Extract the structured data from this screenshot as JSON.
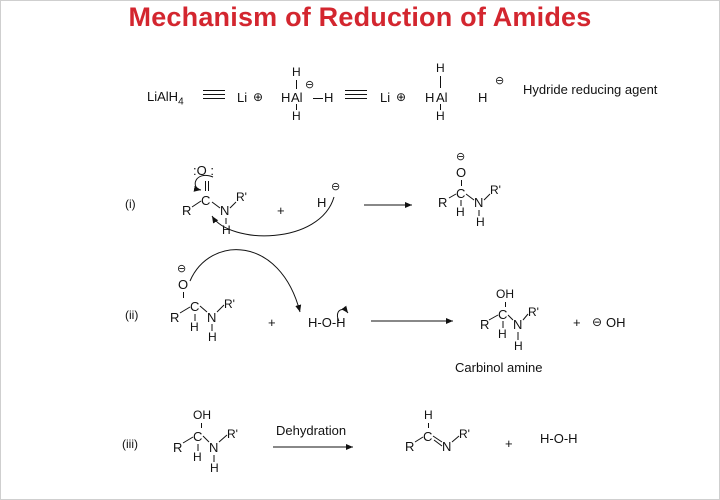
{
  "title": "Mechanism of Reduction of Amides",
  "hydride": {
    "reagent": "LiAlH",
    "reagent_sub": "4",
    "li": "Li",
    "plus_sym": "⊕",
    "minus_sym": "⊖",
    "h": "H",
    "al": "Al",
    "caption": "Hydride reducing agent"
  },
  "steps": [
    {
      "label": "(i)"
    },
    {
      "label": "(ii)",
      "product_name": "Carbinol amine",
      "water": "H-O-H",
      "hydroxide": "OH"
    },
    {
      "label": "(iii)",
      "arrow_label": "Dehydration",
      "water": "H-O-H"
    }
  ],
  "atoms": {
    "R": "R",
    "Rp": "R'",
    "N": "N",
    "C": "C",
    "O": "O",
    "H": "H",
    "OH": "OH",
    "colon_o": ":O :",
    "plus": "+"
  }
}
